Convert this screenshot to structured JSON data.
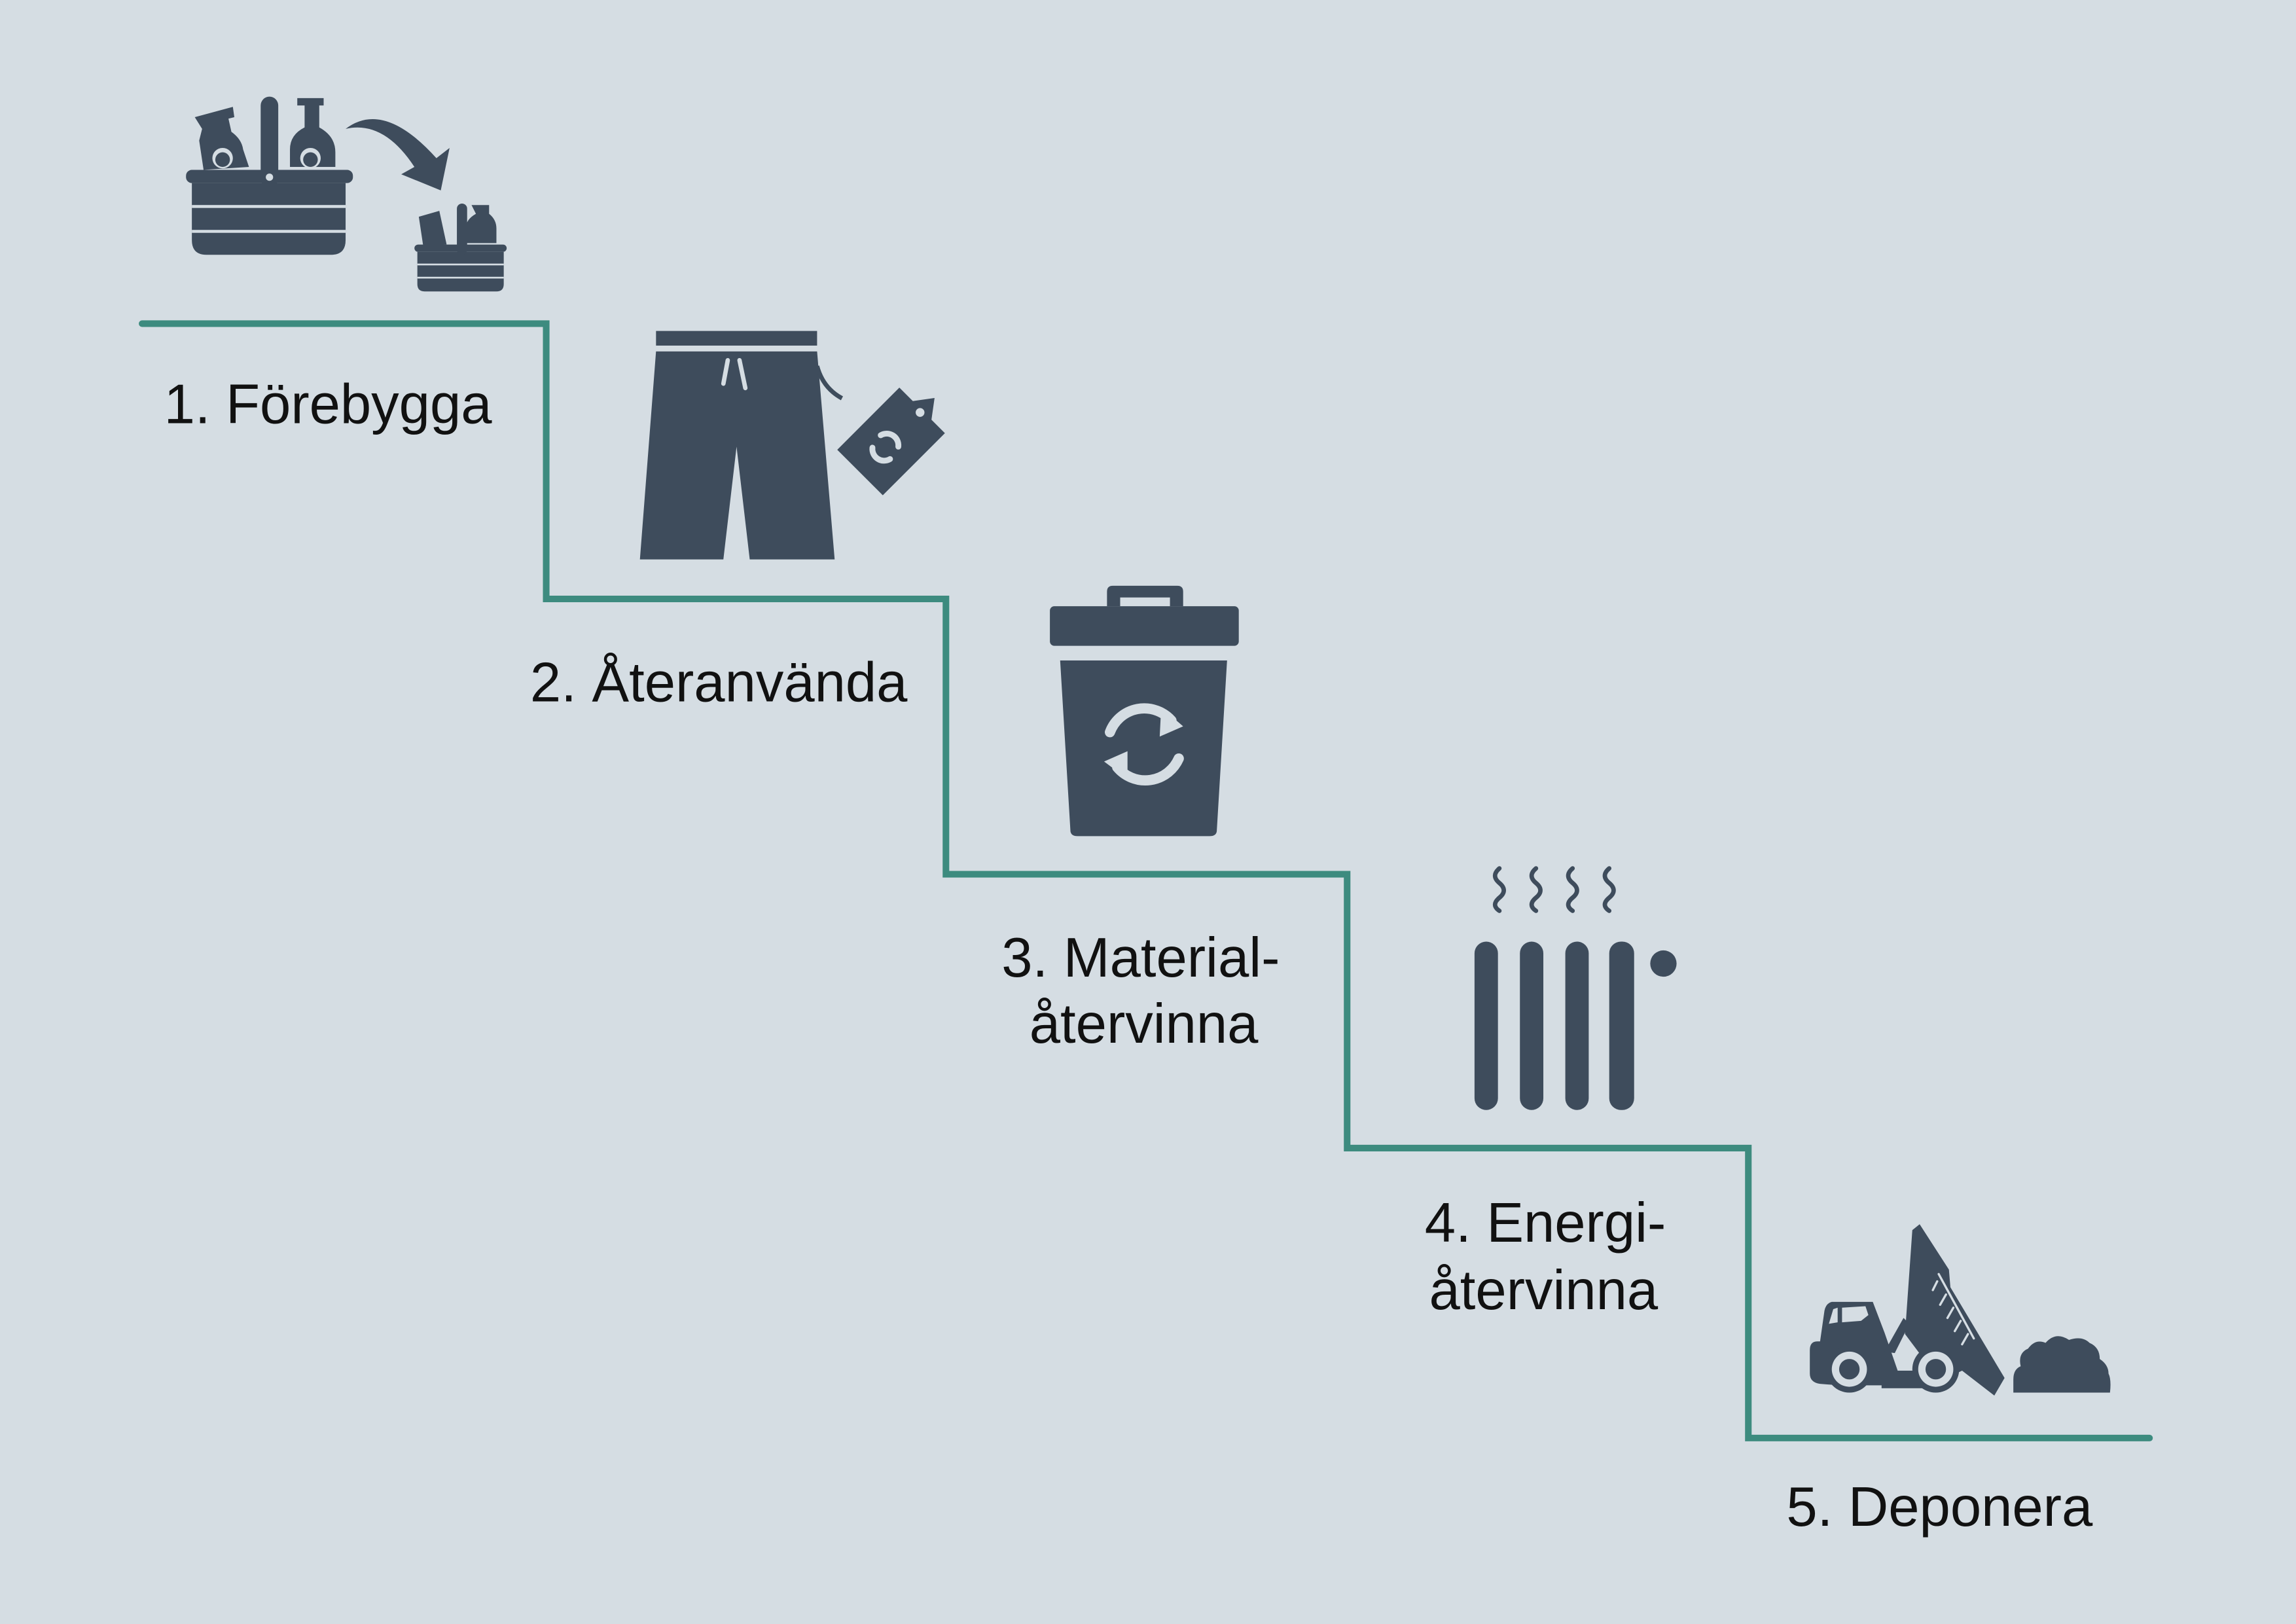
{
  "colors": {
    "background": "#d5dde3",
    "icon": "#3e4c5c",
    "stair_line": "#3d8b7f",
    "text": "#111111"
  },
  "steps": [
    {
      "label": "1. Förebygga",
      "icon": "basket-reduce-icon"
    },
    {
      "label": "2. Återanvända",
      "icon": "shorts-price-tag-icon"
    },
    {
      "label_line1": "3. Material-",
      "label_line2": "återvinna",
      "icon": "recycling-bin-icon"
    },
    {
      "label_line1": "4. Energi-",
      "label_line2": "återvinna",
      "icon": "radiator-icon"
    },
    {
      "label": "5. Deponera",
      "icon": "dump-truck-icon"
    }
  ]
}
